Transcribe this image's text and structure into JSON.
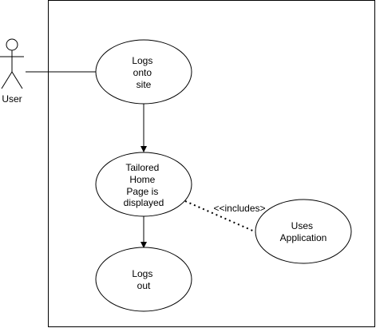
{
  "actor": {
    "label": "User"
  },
  "use_cases": {
    "logs_onto_site": [
      "Logs",
      "onto",
      "site"
    ],
    "tailored_home_page": [
      "Tailored",
      "Home",
      "Page is",
      "displayed"
    ],
    "uses_application": [
      "Uses",
      "Application"
    ],
    "logs_out": [
      "Logs",
      "out"
    ]
  },
  "relationships": {
    "includes_label": "<<includes>"
  },
  "colors": {
    "stroke": "#000000",
    "fill": "#ffffff"
  }
}
